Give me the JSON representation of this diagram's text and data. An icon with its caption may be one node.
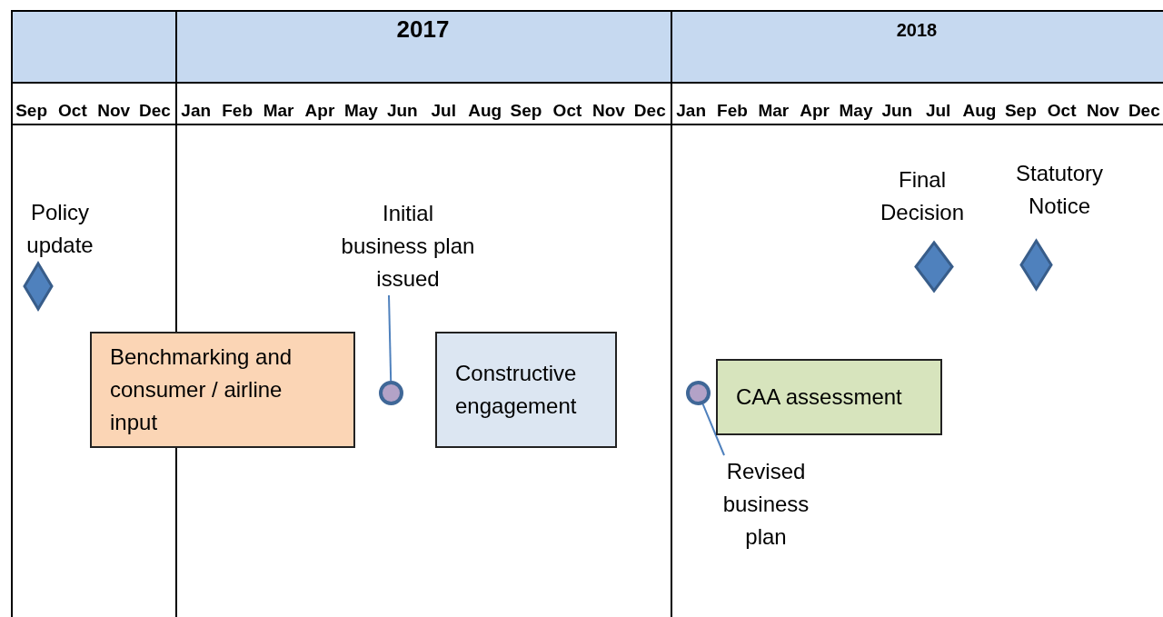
{
  "diagram": {
    "nodes": [
      {
        "text": [
          "Policy update"
        ]
      },
      {
        "text": [
          "Final Decision"
        ]
      },
      {
        "text": [
          "Statutory Notice"
        ]
      },
      {
        "text": [
          "Initial business plan issued"
        ]
      },
      {
        "text": [],
        "shape": "circle"
      },
      {
        "text": [
          "Benchmarking and consumer / airline input"
        ]
      },
      {
        "text": [
          "Constructive engagement"
        ]
      },
      {
        "text": [],
        "shape": "circle"
      },
      {
        "text": [
          "CAA assessment"
        ]
      },
      {
        "text": [
          "Revised business plan"
        ]
      }
    ],
    "edges": [
      {
        "from": 3,
        "to": 4,
        "arrow": "none"
      },
      {
        "from": 9,
        "to": 7,
        "arrow": "none"
      }
    ],
    "labels": [
      "2017",
      "2018",
      "Sep",
      "Oct",
      "Nov",
      "Dec",
      "Jan",
      "Feb",
      "Mar",
      "Apr",
      "May",
      "Jun",
      "Jul",
      "Aug",
      "Sep",
      "Oct",
      "Nov",
      "Dec",
      "Jan",
      "Feb",
      "Mar",
      "Apr",
      "May",
      "Jun",
      "Jul",
      "Aug",
      "Sep",
      "Oct",
      "Nov",
      "Dec"
    ]
  }
}
